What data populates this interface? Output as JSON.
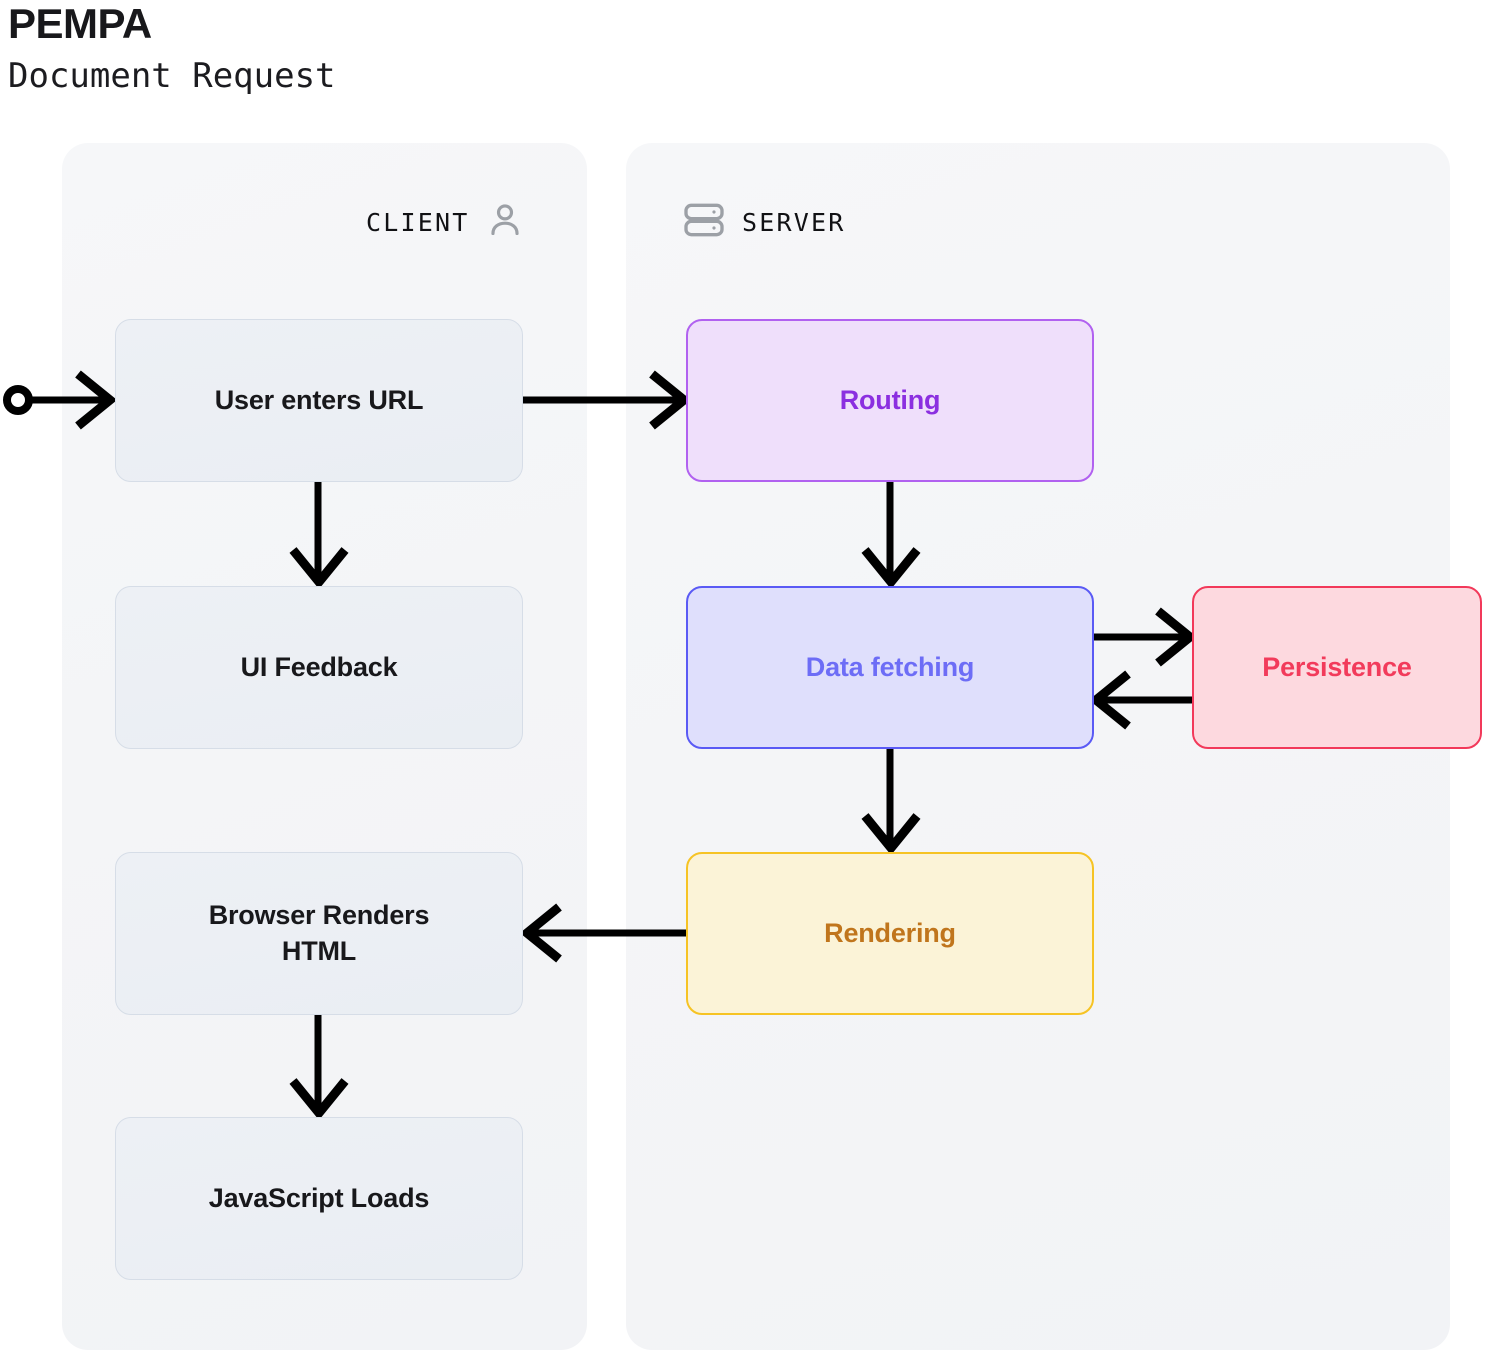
{
  "header": {
    "title": "PEMPA",
    "subtitle": "Document Request"
  },
  "lanes": [
    {
      "id": "client",
      "label": "CLIENT",
      "icon": "user-icon"
    },
    {
      "id": "server",
      "label": "SERVER",
      "icon": "server-icon"
    }
  ],
  "nodes": {
    "user_url": "User enters URL",
    "ui_feedback": "UI Feedback",
    "browser_html_line1": "Browser Renders",
    "browser_html_line2": "HTML",
    "js_loads": "JavaScript Loads",
    "routing": "Routing",
    "data_fetching": "Data fetching",
    "rendering": "Rendering",
    "persistence": "Persistence"
  },
  "colors": {
    "client_node_fill": "#edf0f5",
    "client_node_border": "#d6dde7",
    "client_node_text": "#18181b",
    "routing_fill": "#efdffb",
    "routing_border": "#b161f0",
    "routing_text": "#8b2fe0",
    "fetching_fill": "#dfdffc",
    "fetching_border": "#5a5af5",
    "fetching_text": "#6d6df6",
    "persistence_fill": "#fdd9df",
    "persistence_border": "#f2395a",
    "persistence_text": "#f23b5b",
    "rendering_fill": "#fbf3d7",
    "rendering_border": "#f6c324",
    "rendering_text": "#c0751c",
    "lane_fill": "#f4f5f7",
    "edge": "#000000"
  },
  "edges": [
    {
      "name": "start-to-user-url",
      "from": "start",
      "to": "user_url"
    },
    {
      "name": "user-url-to-routing",
      "from": "user_url",
      "to": "routing"
    },
    {
      "name": "user-url-to-ui-feedback",
      "from": "user_url",
      "to": "ui_feedback"
    },
    {
      "name": "routing-to-data-fetching",
      "from": "routing",
      "to": "data_fetching"
    },
    {
      "name": "data-fetching-to-persistence",
      "from": "data_fetching",
      "to": "persistence"
    },
    {
      "name": "persistence-to-data-fetching",
      "from": "persistence",
      "to": "data_fetching"
    },
    {
      "name": "data-fetching-to-rendering",
      "from": "data_fetching",
      "to": "rendering"
    },
    {
      "name": "rendering-to-browser-html",
      "from": "rendering",
      "to": "browser_html"
    },
    {
      "name": "browser-html-to-js-loads",
      "from": "browser_html",
      "to": "js_loads"
    }
  ]
}
